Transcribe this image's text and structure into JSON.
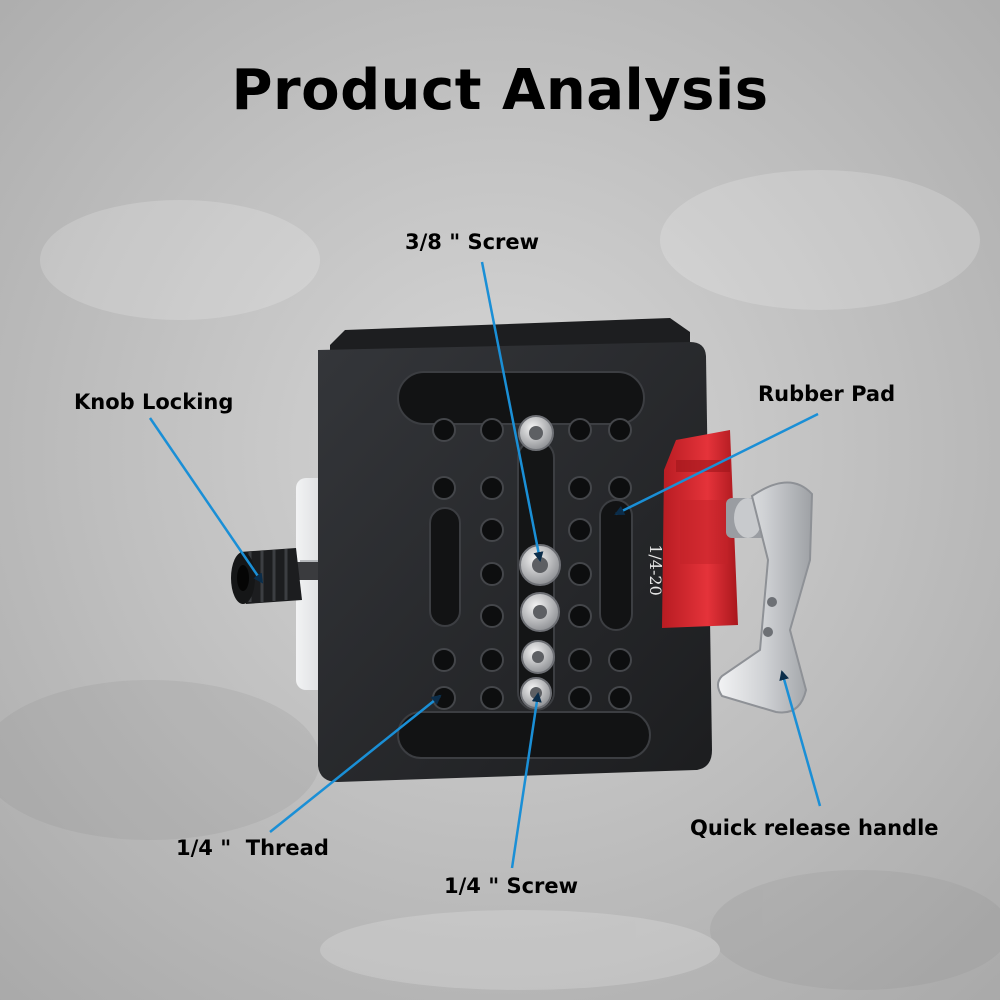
{
  "title": "Product Analysis",
  "colors": {
    "background": "#c9c9c9",
    "plate": "#252628",
    "rubber_pad": "#d8262c",
    "clamp": "#d8dadc",
    "arrow": "#1a8fd6"
  },
  "callouts": {
    "screw_38": "3/8 \" Screw",
    "knob_locking": "Knob Locking",
    "rubber_pad": "Rubber Pad",
    "thread_14": "1/4 \"  Thread",
    "screw_14": "1/4 \" Screw",
    "quick_release_handle": "Quick release handle"
  },
  "engraving": "1/4-20"
}
